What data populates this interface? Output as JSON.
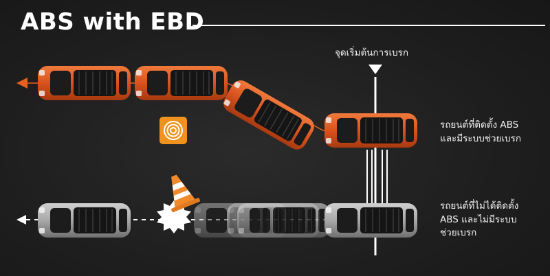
{
  "title": "ABS with EBD",
  "brake_point_label": "จุดเริ่มต้นการเบรก",
  "abs_car_label": [
    "รถยนต์ที่ติดตั้ง ABS",
    "และมีระบบช่วยเบรก"
  ],
  "no_abs_car_label": [
    "รถยนต์ที่ไม่ได้ติดตั้ง",
    "ABS และไม่มีระบบ",
    "ช่วยเบรก"
  ],
  "colors": {
    "abs_car": "#d9531e",
    "no_abs_car": "#9a9a9a",
    "arrow": "#e8601c",
    "cone": "#f08a2a",
    "hazard_icon_bg": "#f0921e"
  },
  "icons": [
    "hazard-swirl-icon",
    "traffic-cone-icon",
    "impact-burst-icon",
    "brake-point-marker-icon"
  ]
}
